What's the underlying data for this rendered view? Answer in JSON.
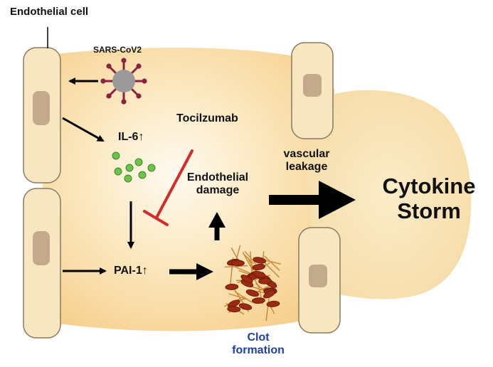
{
  "labels": {
    "endothelial_cell": "Endothelial cell",
    "virus": "SARS-CoV2",
    "il6": "IL-6↑",
    "tocilizumab": "Tocilzumab",
    "endothelial_damage_line1": "Endothelial",
    "endothelial_damage_line2": "damage",
    "vascular_leakage_line1": "vascular",
    "vascular_leakage_line2": "leakage",
    "cytokine_storm_line1": "Cytokine",
    "cytokine_storm_line2": "Storm",
    "pai1": "PAI-1↑",
    "clot_line1": "Clot",
    "clot_line2": "formation"
  },
  "colors": {
    "cell_fill": "#f7e6c0",
    "cell_stroke": "#8a7a60",
    "nucleus": "#c4aa8c",
    "lumen": "#f9dca0",
    "lumen_light": "#fdf3dc",
    "storm_blob": "#f8e2b0",
    "virus_body": "#9a9a9a",
    "virus_spike": "#8b2040",
    "il6_dot": "#6cc24a",
    "inhibitor": "#d42a2a",
    "clot_label": "#1f3fa8",
    "clot_rbc": "#9c2a10",
    "clot_fibrin": "#c98a3a"
  },
  "icons": [
    "virus-icon",
    "il6-particles-icon",
    "clot-icon"
  ]
}
